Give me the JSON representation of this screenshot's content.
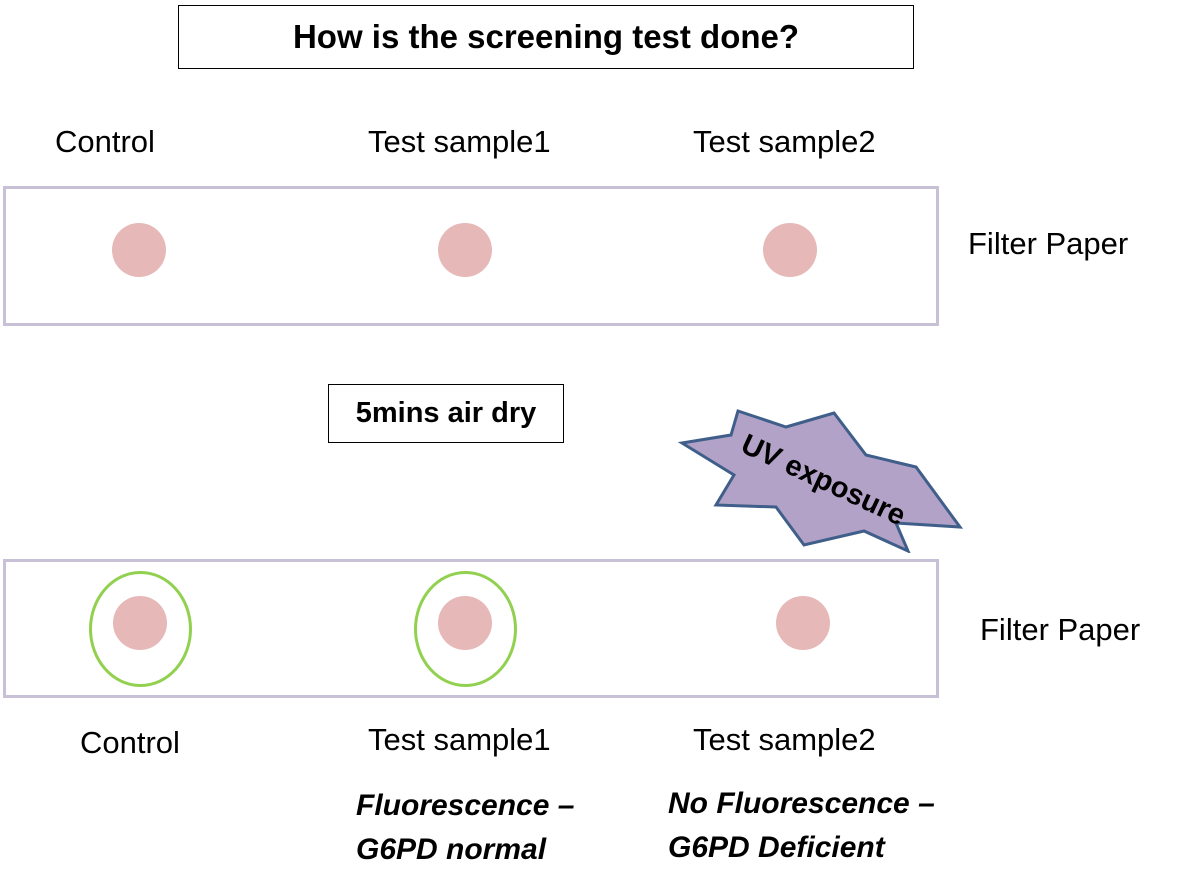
{
  "title": "How is the screening test done?",
  "top_panel": {
    "labels": [
      "Control",
      "Test sample1",
      "Test sample2"
    ],
    "paper_label": "Filter Paper"
  },
  "step": "5mins air dry",
  "uv_label": "UV exposure",
  "bottom_panel": {
    "labels": [
      "Control",
      "Test sample1",
      "Test sample2"
    ],
    "paper_label": "Filter Paper",
    "results": {
      "sample1": [
        "Fluorescence –",
        "G6PD normal"
      ],
      "sample2": [
        "No Fluorescence –",
        "G6PD Deficient"
      ]
    }
  },
  "colors": {
    "sample_spot": "#e6b9b8",
    "fluorescence_ring": "#92d050",
    "paper_border": "#c8c0d6",
    "uv_fill": "#b3a2c7",
    "uv_stroke": "#3f5f8a"
  }
}
